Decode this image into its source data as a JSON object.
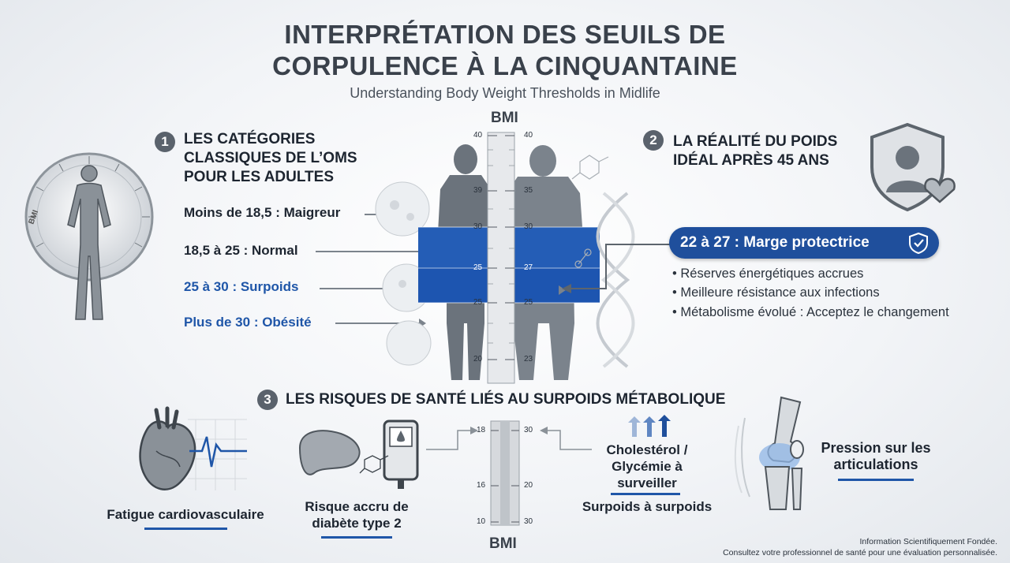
{
  "header": {
    "title_line1": "INTERPRÉTATION DES SEUILS DE",
    "title_line2": "CORPULENCE À LA CINQUANTAINE",
    "subtitle": "Understanding Body Weight Thresholds in Midlife"
  },
  "section1": {
    "number": "1",
    "title_l1": "LES CATÉGORIES",
    "title_l2": "CLASSIQUES DE L’OMS",
    "title_l3": "POUR LES ADULTES",
    "categories": [
      {
        "label": "Moins de 18,5 : Maigreur"
      },
      {
        "label": "18,5 à 25 : Normal"
      },
      {
        "label": "25 à 30 : Surpoids"
      },
      {
        "label": "Plus de 30 : Obésité"
      }
    ]
  },
  "section2": {
    "number": "2",
    "title_l1": "LA RÉALITÉ DU POIDS",
    "title_l2": "IDÉAL APRÈS 45 ANS",
    "highlight": "22 à 27 : Marge protectrice",
    "bullets": [
      "Réserves énergétiques accrues",
      "Meilleure résistance aux infections",
      "Métabolisme évolué : Acceptez le changement"
    ]
  },
  "section3": {
    "number": "3",
    "title": "LES RISQUES DE SANTÉ LIÉS AU SURPOIDS MÉTABOLIQUE",
    "risks": {
      "cardio": "Fatigue cardiovasculaire",
      "diabetes_l1": "Risque accru de",
      "diabetes_l2": "diabète type 2",
      "chol_l1": "Cholestérol /",
      "chol_l2": "Glycémie à",
      "chol_l3": "surveiller",
      "chol_sub": "Surpoids à surpoids",
      "joints_l1": "Pression sur les",
      "joints_l2": "articulations"
    }
  },
  "scale_top": {
    "label": "BMI",
    "left_ticks": [
      "40",
      "39",
      "30",
      "25",
      "25",
      "20"
    ],
    "right_ticks": [
      "40",
      "35",
      "30",
      "27",
      "25",
      "23"
    ]
  },
  "scale_bottom": {
    "label": "BMI",
    "left_ticks": [
      "18",
      "16",
      "10"
    ],
    "right_ticks": [
      "30",
      "20",
      "30"
    ]
  },
  "dial": {
    "label": "BMI"
  },
  "footer": {
    "line1": "Information Scientifiquement Fondée.",
    "line2": "Consultez votre professionnel de santé pour une évaluation personnalisée."
  },
  "colors": {
    "accent": "#1f4f9c",
    "blue_band": "#1d55b0",
    "silhouette": "#6b737c"
  }
}
